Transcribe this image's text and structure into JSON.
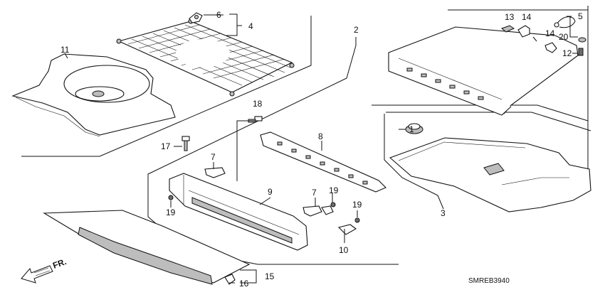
{
  "diagram_code": "SMREB3940",
  "direction_label": "FR.",
  "callouts": [
    {
      "id": "c1",
      "label": "1",
      "part": "cap"
    },
    {
      "id": "c2",
      "label": "2",
      "part": "cargo-cover-assembly"
    },
    {
      "id": "c3",
      "label": "3",
      "part": "floor-mat"
    },
    {
      "id": "c4",
      "label": "4",
      "part": "cargo-net"
    },
    {
      "id": "c5",
      "label": "5",
      "part": "strap"
    },
    {
      "id": "c6",
      "label": "6",
      "part": "hook"
    },
    {
      "id": "c7a",
      "label": "7",
      "part": "clip"
    },
    {
      "id": "c7b",
      "label": "7",
      "part": "clip"
    },
    {
      "id": "c8",
      "label": "8",
      "part": "upper-bracket"
    },
    {
      "id": "c9",
      "label": "9",
      "part": "rear-panel"
    },
    {
      "id": "c10",
      "label": "10",
      "part": "lower-bracket"
    },
    {
      "id": "c11",
      "label": "11",
      "part": "spare-tire-tray"
    },
    {
      "id": "c12",
      "label": "12",
      "part": "screw"
    },
    {
      "id": "c13",
      "label": "13",
      "part": "holder"
    },
    {
      "id": "c14a",
      "label": "14",
      "part": "holder"
    },
    {
      "id": "c14b",
      "label": "14",
      "part": "holder"
    },
    {
      "id": "c15",
      "label": "15",
      "part": "side-lid"
    },
    {
      "id": "c16",
      "label": "16",
      "part": "clip"
    },
    {
      "id": "c17",
      "label": "17",
      "part": "bolt"
    },
    {
      "id": "c18",
      "label": "18",
      "part": "bolt"
    },
    {
      "id": "c19a",
      "label": "19",
      "part": "screw"
    },
    {
      "id": "c19b",
      "label": "19",
      "part": "screw"
    },
    {
      "id": "c19c",
      "label": "19",
      "part": "screw"
    },
    {
      "id": "c20",
      "label": "20",
      "part": "nut"
    }
  ]
}
